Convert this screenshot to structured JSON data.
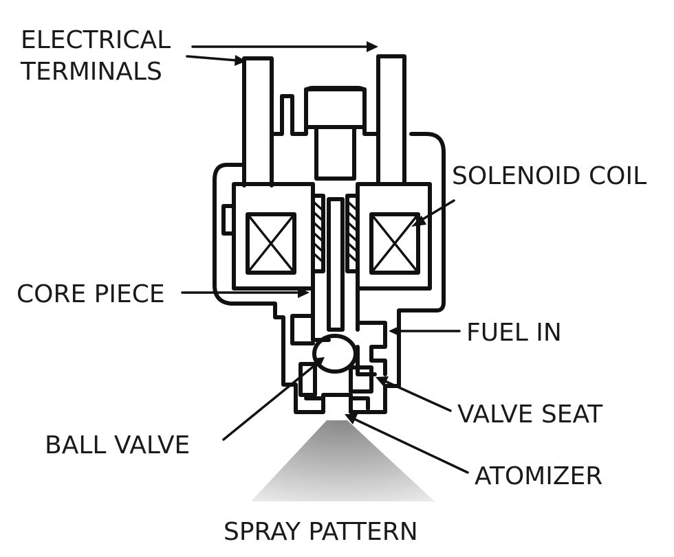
{
  "labels": {
    "electrical_terminals_line1": "ELECTRICAL",
    "electrical_terminals_line2": "TERMINALS",
    "solenoid_coil": "SOLENOID COIL",
    "core_piece": "CORE PIECE",
    "fuel_in": "FUEL IN",
    "valve_seat": "VALVE SEAT",
    "ball_valve": "BALL VALVE",
    "atomizer": "ATOMIZER",
    "spray_pattern": "SPRAY PATTERN"
  },
  "colors": {
    "ink": "#111111",
    "background": "#ffffff",
    "spray": "#9a9a9a"
  }
}
